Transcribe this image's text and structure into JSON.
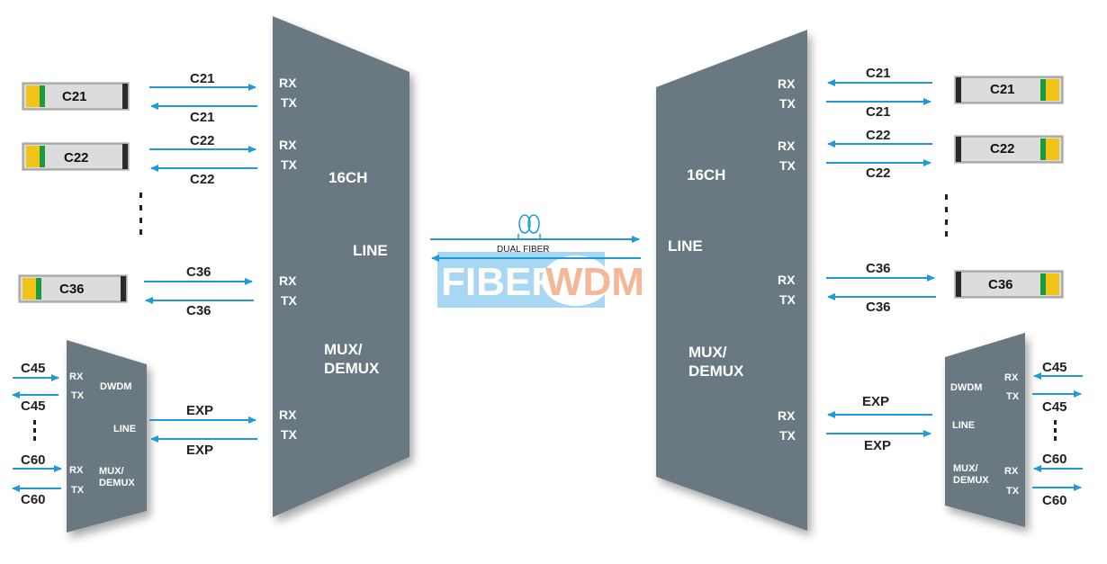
{
  "colors": {
    "mux_body": "#6b7881",
    "arrow": "#1f9ad6",
    "module_body": "#d9d9d9",
    "module_yellow": "#f0c419",
    "module_green": "#1c9b3c",
    "watermark_blue": "#9fd3f2",
    "watermark_orange": "#f3b08c"
  },
  "left_mux": {
    "channel_count": "16CH",
    "line": "LINE",
    "mux_demux": [
      "MUX/",
      "DEMUX"
    ]
  },
  "right_mux": {
    "channel_count": "16CH",
    "line": "LINE",
    "mux_demux": [
      "MUX/",
      "DEMUX"
    ]
  },
  "ports": {
    "rx": "RX",
    "tx": "TX"
  },
  "channels": [
    "C21",
    "C22",
    "C36"
  ],
  "exp": "EXP",
  "small_mux": {
    "dwdm": "DWDM",
    "line": "LINE",
    "mux_demux": [
      "MUX/",
      "DEMUX"
    ],
    "channels": [
      "C45",
      "C60"
    ],
    "rx": "RX",
    "tx": "TX"
  },
  "link": {
    "label": "DUAL FIBER",
    "icon": "fiber-coil-icon"
  },
  "watermark": {
    "part1": "FIBER",
    "part2": "WDM"
  }
}
